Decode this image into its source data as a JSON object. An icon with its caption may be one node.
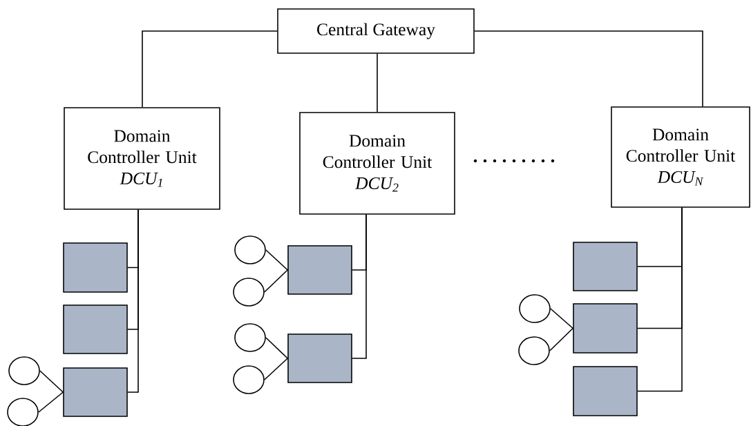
{
  "diagram": {
    "nodes": [
      {
        "text": [
          "Central Gateway"
        ]
      },
      {
        "text": [
          "Domain Controller Unit",
          "DCU$_{1}$"
        ]
      },
      {
        "text": [
          "Domain Controller Unit",
          "DCU$_{2}$"
        ]
      },
      {
        "text": [
          "Domain Controller Unit",
          "DCU$_{N}$"
        ]
      },
      {
        "text": [],
        "shape": "box"
      },
      {
        "text": [],
        "shape": "box"
      },
      {
        "text": [],
        "shape": "box"
      },
      {
        "text": [],
        "shape": "box"
      },
      {
        "text": [],
        "shape": "box"
      },
      {
        "text": [],
        "shape": "box"
      },
      {
        "text": [],
        "shape": "box"
      },
      {
        "text": [],
        "shape": "box"
      },
      {
        "text": [],
        "shape": "circle"
      },
      {
        "text": [],
        "shape": "circle"
      },
      {
        "text": [],
        "shape": "circle"
      },
      {
        "text": [],
        "shape": "circle"
      },
      {
        "text": [],
        "shape": "circle"
      },
      {
        "text": [],
        "shape": "circle"
      },
      {
        "text": [],
        "shape": "circle"
      },
      {
        "text": [],
        "shape": "circle"
      }
    ],
    "edges": [
      {
        "from": 0,
        "to": 1,
        "arrow": "none"
      },
      {
        "from": 0,
        "to": 2,
        "arrow": "none"
      },
      {
        "from": 0,
        "to": 3,
        "arrow": "none"
      },
      {
        "from": 1,
        "to": 4,
        "arrow": "none"
      },
      {
        "from": 1,
        "to": 5,
        "arrow": "none"
      },
      {
        "from": 1,
        "to": 6,
        "arrow": "none"
      },
      {
        "from": 2,
        "to": 7,
        "arrow": "none"
      },
      {
        "from": 2,
        "to": 8,
        "arrow": "none"
      },
      {
        "from": 3,
        "to": 9,
        "arrow": "none"
      },
      {
        "from": 3,
        "to": 10,
        "arrow": "none"
      },
      {
        "from": 3,
        "to": 11,
        "arrow": "none"
      },
      {
        "from": 12,
        "to": 6,
        "arrow": "none"
      },
      {
        "from": 13,
        "to": 6,
        "arrow": "none"
      },
      {
        "from": 14,
        "to": 7,
        "arrow": "none"
      },
      {
        "from": 15,
        "to": 7,
        "arrow": "none"
      },
      {
        "from": 16,
        "to": 8,
        "arrow": "none"
      },
      {
        "from": 17,
        "to": 8,
        "arrow": "none"
      },
      {
        "from": 18,
        "to": 10,
        "arrow": "none"
      },
      {
        "from": 19,
        "to": 10,
        "arrow": "none"
      }
    ]
  }
}
